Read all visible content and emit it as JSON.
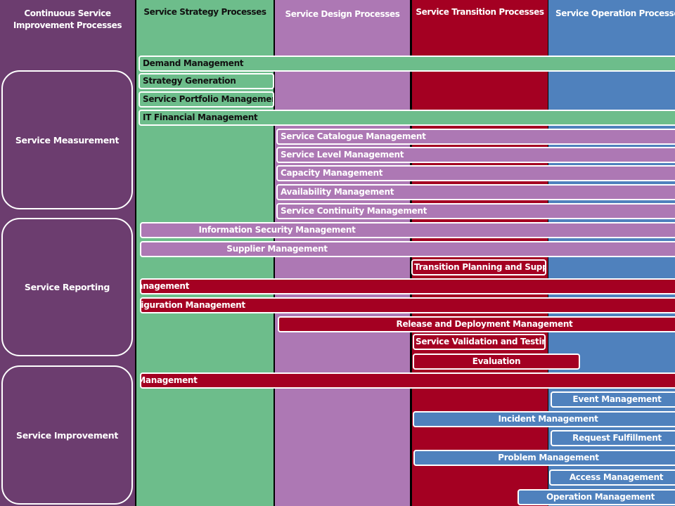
{
  "columns": {
    "csi": "Continuous Service Improvement Processes",
    "strategy": "Service Strategy Processes",
    "design": "Service Design Processes",
    "transition": "Service Transition Processes",
    "operation": "Service Operation Processes"
  },
  "csi_groups": [
    "Service Measurement",
    "Service Reporting",
    "Service Improvement"
  ],
  "processes": [
    "Demand Management",
    "Strategy Generation",
    "Service Portfolio Management",
    "IT Financial Management",
    "Service Catalogue Management",
    "Service Level Management",
    "Capacity Management",
    "Availability Management",
    "Service Continuity Management",
    "Information Security Management",
    "Supplier Management",
    "Transition Planning and Support",
    "Change Management",
    "Service Asset and Configuration Management",
    "Release and Deployment Management",
    "Service Validation and Testing",
    "Evaluation",
    "Knowledge Management",
    "Event Management",
    "Incident Management",
    "Request Fulfillment",
    "Problem Management",
    "Access Management",
    "Operation Management"
  ],
  "colors": {
    "csi": "#6c3d6f",
    "strategy": "#6dbd8b",
    "design": "#ad78b4",
    "transition": "#a40022",
    "operation": "#4f81bd"
  }
}
